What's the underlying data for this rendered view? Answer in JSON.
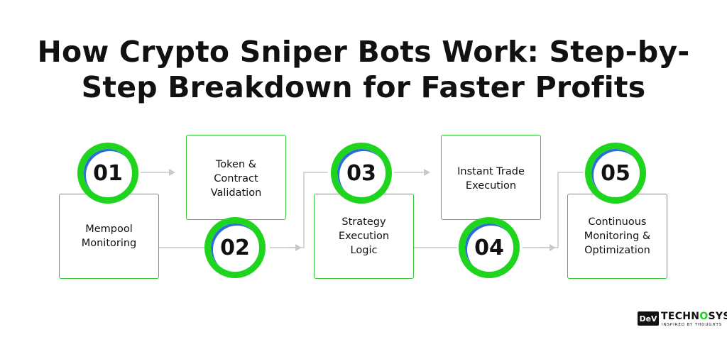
{
  "title": {
    "line1": "How Crypto Sniper Bots Work: Step-by-",
    "line2": "Step Breakdown for Faster Profits"
  },
  "steps": [
    {
      "number": "01",
      "label": "Mempool\nMonitoring"
    },
    {
      "number": "02",
      "label": "Token &\nContract\nValidation"
    },
    {
      "number": "03",
      "label": "Strategy\nExecution\nLogic"
    },
    {
      "number": "04",
      "label": "Instant Trade\nExecution"
    },
    {
      "number": "05",
      "label": "Continuous\nMonitoring &\nOptimization"
    }
  ],
  "logo": {
    "mark": "DeV",
    "name_part1": "TECHN",
    "name_o": "O",
    "name_part2": "SYS",
    "tagline": "INSPIRED BY THOUGHTS"
  },
  "colors": {
    "accent_green": "#1ed41c",
    "box_border": "#35c23a",
    "circle_shadow": "#2a6fd6",
    "connector": "#c9c9c9"
  }
}
